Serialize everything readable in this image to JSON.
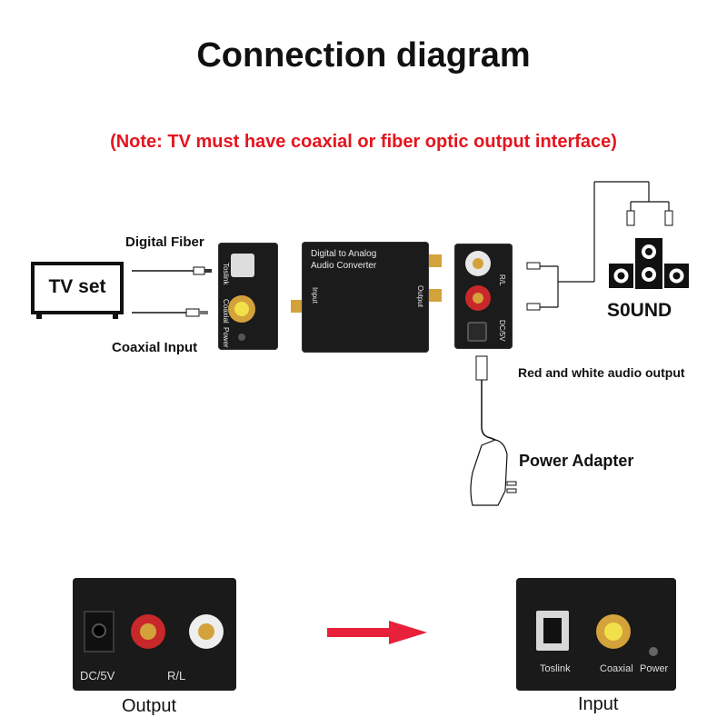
{
  "title": "Connection diagram",
  "note": "(Note: TV must have coaxial or fiber optic output interface)",
  "tv": {
    "label": "TV set"
  },
  "labels": {
    "digital_fiber": "Digital Fiber",
    "coaxial_input": "Coaxial Input",
    "red_white_output": "Red and white audio output",
    "power_adapter": "Power Adapter",
    "sound": "S0UND"
  },
  "device": {
    "top_text_1": "Digital to Analog",
    "top_text_2": "Audio Converter",
    "side_input": "Input",
    "side_output": "Output",
    "front_left": {
      "toslink": "Toslink",
      "coaxial": "Coaxial",
      "power": "Power"
    },
    "front_right": {
      "rl": "R/L",
      "dc": "DC/5V"
    }
  },
  "bottom": {
    "output_photo": {
      "dc": "DC/5V",
      "rl": "R/L",
      "caption": "Output"
    },
    "input_photo": {
      "toslink": "Toslink",
      "coaxial": "Coaxial",
      "power": "Power",
      "caption": "Input"
    }
  },
  "colors": {
    "note_red": "#e4151f",
    "arrow_red": "#e8203a",
    "rca_red": "#c8282a",
    "gold": "#d4a23a"
  }
}
